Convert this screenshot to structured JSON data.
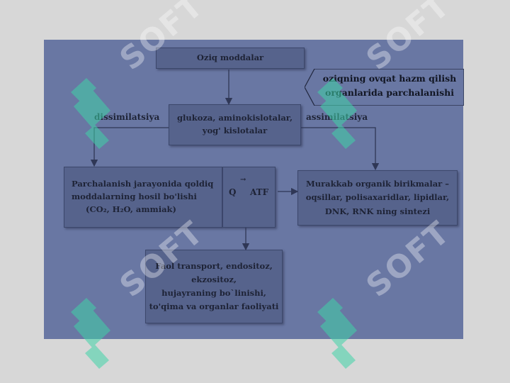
{
  "title_fragment": "",
  "nodes": {
    "top": "Oziq moddalar",
    "center_lines": [
      "glukoza, aminokislotalar,",
      "yog' kislotalar"
    ],
    "callout_lines": [
      "oziqning ovqat hazm qilish",
      "organlarida parchalanishi"
    ],
    "left_lines": [
      "Parchalanish jarayonida qoldiq",
      "moddalarning hosil bo'lishi",
      "(CO₂, H₂O, ammiak)"
    ],
    "energy_q": "Q",
    "energy_arrow": "→",
    "energy_atf": "ATF",
    "right_lines": [
      "Murakkab organik birikmalar –",
      "oqsillar, polisaxaridlar, lipidlar,",
      "DNK, RNK ning sintezi"
    ],
    "bottom_lines": [
      "Faol transport, endositoz,",
      "ekzositoz,",
      "hujayraning bo`linishi,",
      "to'qima va organlar faoliyati"
    ]
  },
  "edge_labels": {
    "left": "dissimilatsiya",
    "right": "assimilatsiya"
  },
  "watermark": {
    "text": "SOFT",
    "color": "#3fd4a8"
  }
}
